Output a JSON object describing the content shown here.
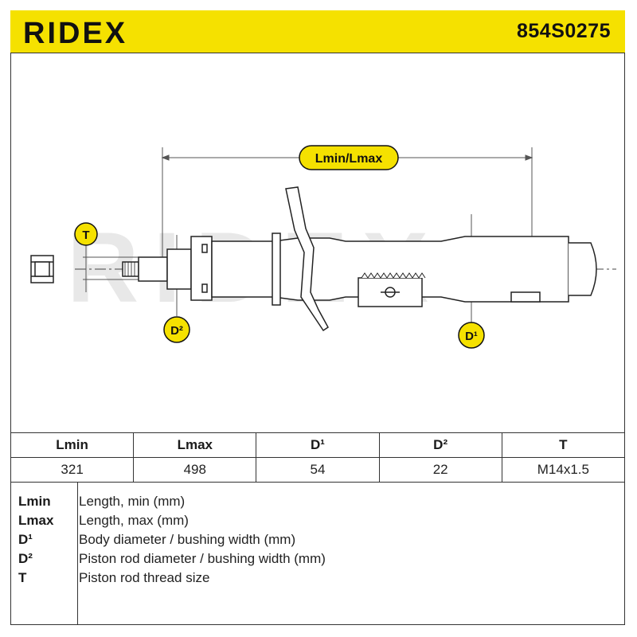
{
  "header": {
    "brand": "RIDEX",
    "part_number": "854S0275",
    "accent_color": "#f5e100"
  },
  "drawing": {
    "dimension_label": "Lmin/Lmax",
    "watermark": "RIDEX",
    "markers": {
      "thread": "T",
      "rod_diameter": "D²",
      "body_diameter": "D¹"
    }
  },
  "specs": {
    "headers": [
      "Lmin",
      "Lmax",
      "D¹",
      "D²",
      "T"
    ],
    "values": [
      "321",
      "498",
      "54",
      "22",
      "M14x1.5"
    ]
  },
  "legend": [
    {
      "key": "Lmin",
      "desc": "Length, min (mm)"
    },
    {
      "key": "Lmax",
      "desc": "Length, max (mm)"
    },
    {
      "key": "D¹",
      "desc": "Body diameter / bushing width (mm)"
    },
    {
      "key": "D²",
      "desc": "Piston rod diameter / bushing width (mm)"
    },
    {
      "key": "T",
      "desc": "Piston rod thread size"
    }
  ]
}
